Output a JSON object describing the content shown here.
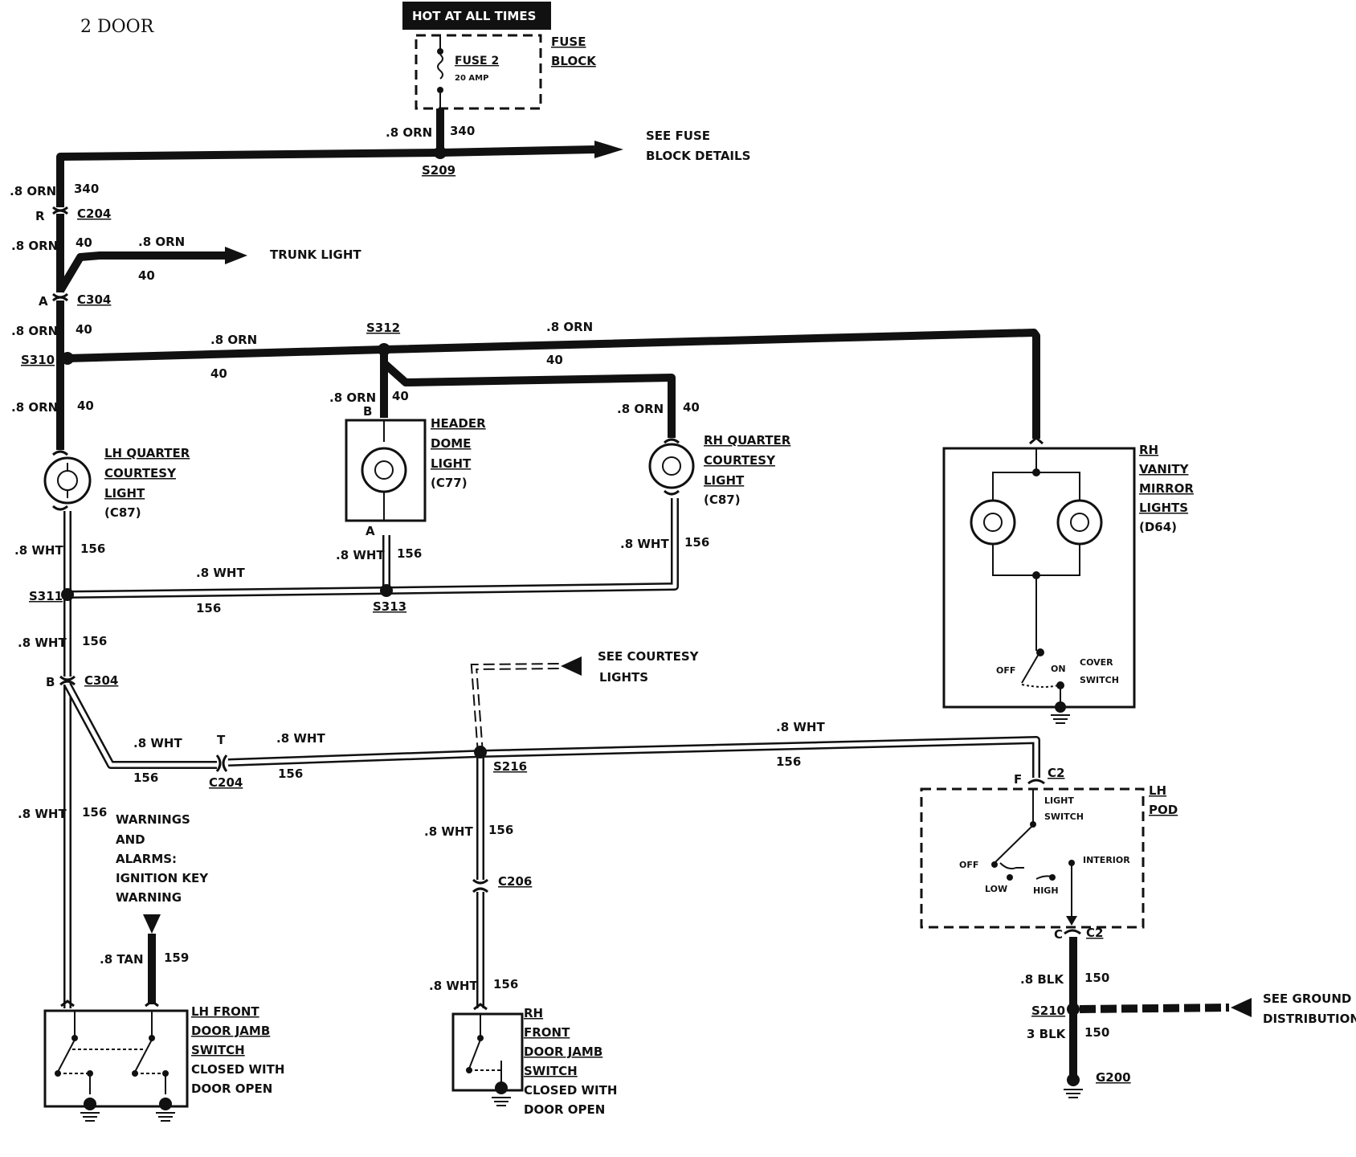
{
  "title": "2  DOOR",
  "hot_label": "HOT AT ALL TIMES",
  "fuse": {
    "name": "FUSE 2",
    "rating": "20 AMP",
    "block_1": "FUSE",
    "block_2": "BLOCK"
  },
  "see_fuse": [
    "SEE FUSE",
    "BLOCK DETAILS"
  ],
  "trunk_light": "TRUNK LIGHT",
  "see_courtesy": [
    "SEE COURTESY",
    "LIGHTS"
  ],
  "see_ground": [
    "SEE GROUND",
    "DISTRIBUTION"
  ],
  "warnings": [
    "WARNINGS",
    "AND",
    "ALARMS:",
    "IGNITION KEY",
    "WARNING"
  ],
  "splices": {
    "s209": "S209",
    "s310": "S310",
    "s312": "S312",
    "s311": "S311",
    "s313": "S313",
    "s216": "S216",
    "s210": "S210",
    "g200": "G200"
  },
  "connectors": {
    "c204_top": "C204",
    "c204_pin_top": "R",
    "c304_top": "C304",
    "c304_pin_top": "A",
    "c304_mid": "C304",
    "c304_pin_mid": "B",
    "c204_bot": "C204",
    "c204_pin_bot": "T",
    "c206": "C206",
    "c2_top": "C2",
    "c2_pin_top": "F",
    "c2_bot": "C2",
    "c2_pin_bot": "C",
    "dome_pin_b": "B",
    "dome_pin_a": "A"
  },
  "wires": {
    "orn": ".8 ORN",
    "c340": "340",
    "c40": "40",
    "wht": ".8 WHT",
    "c156": "156",
    "tan": ".8 TAN",
    "c159": "159",
    "blk8": ".8 BLK",
    "blk3": "3 BLK",
    "c150": "150"
  },
  "components": {
    "lh_quarter": [
      "LH QUARTER",
      "COURTESY",
      "LIGHT",
      "(C87)"
    ],
    "header_dome": [
      "HEADER",
      "DOME",
      "LIGHT",
      "(C77)"
    ],
    "rh_quarter": [
      "RH QUARTER",
      "COURTESY",
      "LIGHT",
      "(C87)"
    ],
    "rh_vanity": [
      "RH",
      "VANITY",
      "MIRROR",
      "LIGHTS",
      "(D64)"
    ],
    "lh_front_jamb": [
      "LH FRONT",
      "DOOR JAMB",
      "SWITCH",
      "CLOSED WITH",
      "DOOR OPEN"
    ],
    "rh_front_jamb": [
      "RH",
      "FRONT",
      "DOOR JAMB",
      "SWITCH",
      "CLOSED WITH",
      "DOOR OPEN"
    ],
    "lh_pod": [
      "LH",
      "POD"
    ],
    "light_switch": [
      "LIGHT",
      "SWITCH"
    ],
    "light_switch_positions": {
      "off": "OFF",
      "low": "LOW",
      "high": "HIGH",
      "interior": "INTERIOR"
    },
    "cover_switch": [
      "COVER",
      "SWITCH"
    ],
    "cover_positions": {
      "off": "OFF",
      "on": "ON"
    }
  }
}
